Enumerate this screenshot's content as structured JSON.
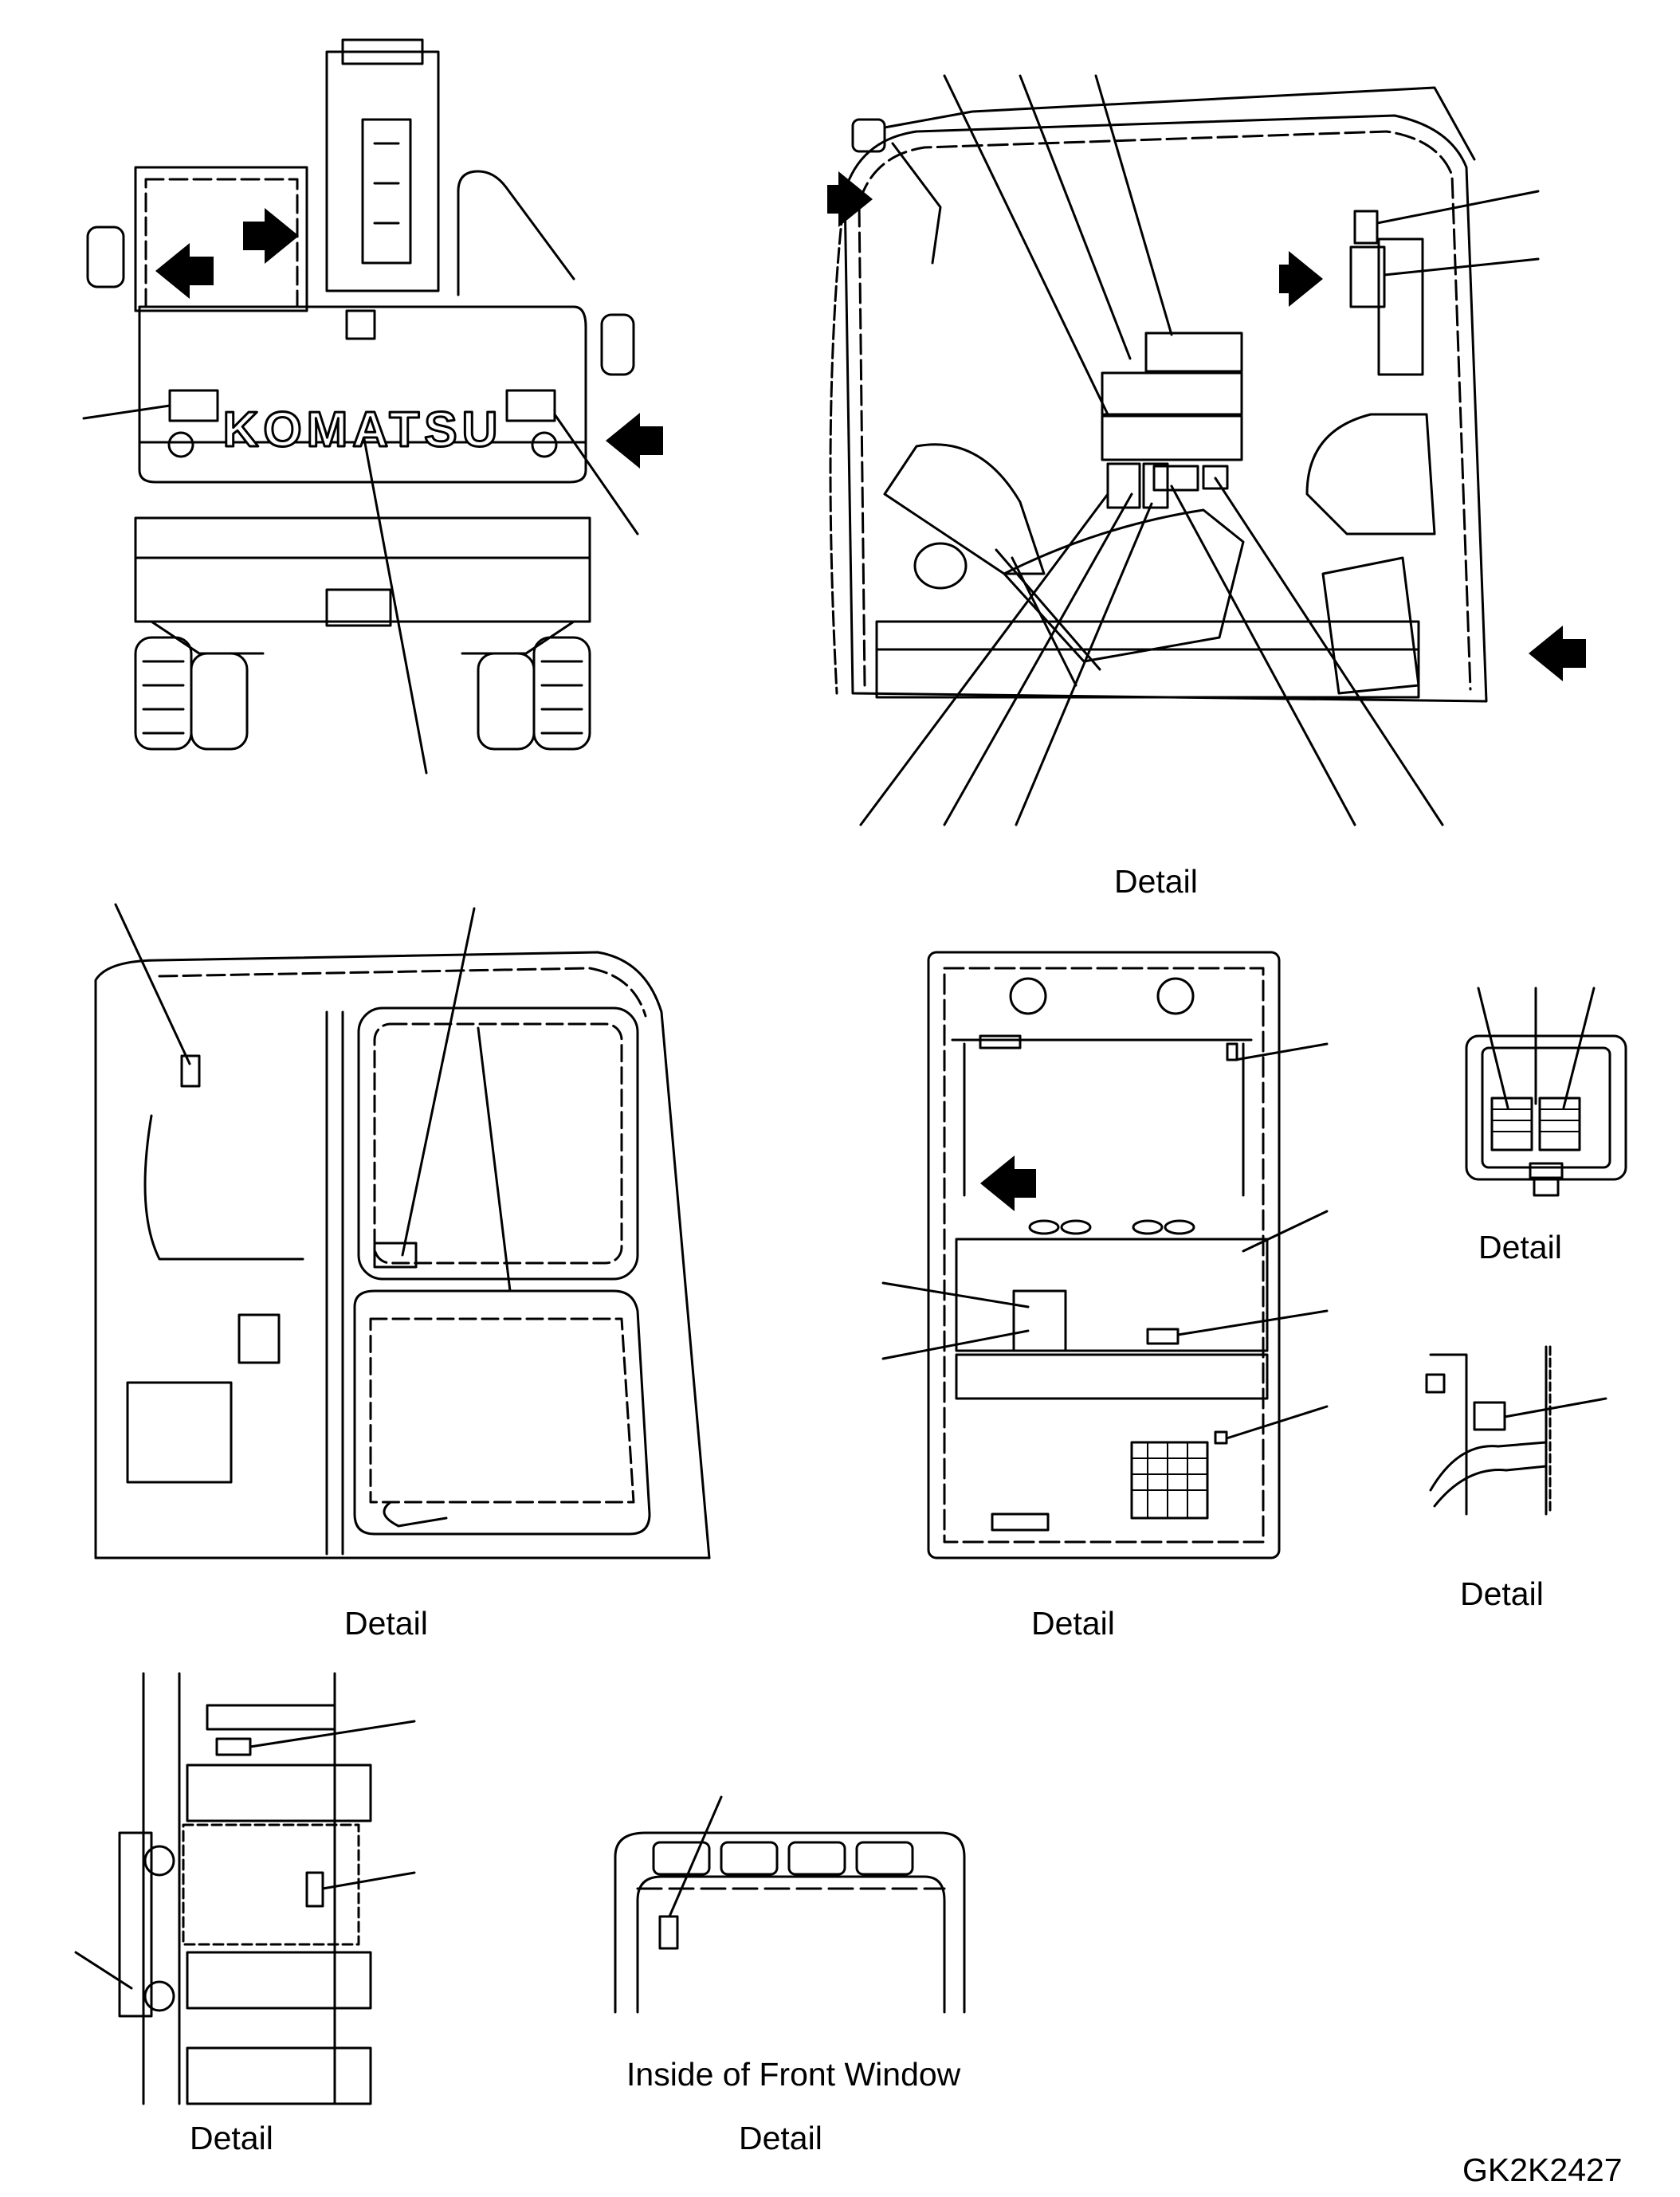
{
  "captions": {
    "detail_cab_side": "Detail",
    "detail_door": "Detail",
    "detail_rear_wall": "Detail",
    "detail_fuse_box": "Detail",
    "detail_pillar": "Detail",
    "detail_step": "Detail",
    "inside_front_window": "Inside of Front Window",
    "detail_front_window": "Detail"
  },
  "drawing_code": "GK2K2427",
  "brand_logo": "KOMATSU",
  "colors": {
    "line": "#000000",
    "background": "#ffffff",
    "arrow": "#000000"
  }
}
